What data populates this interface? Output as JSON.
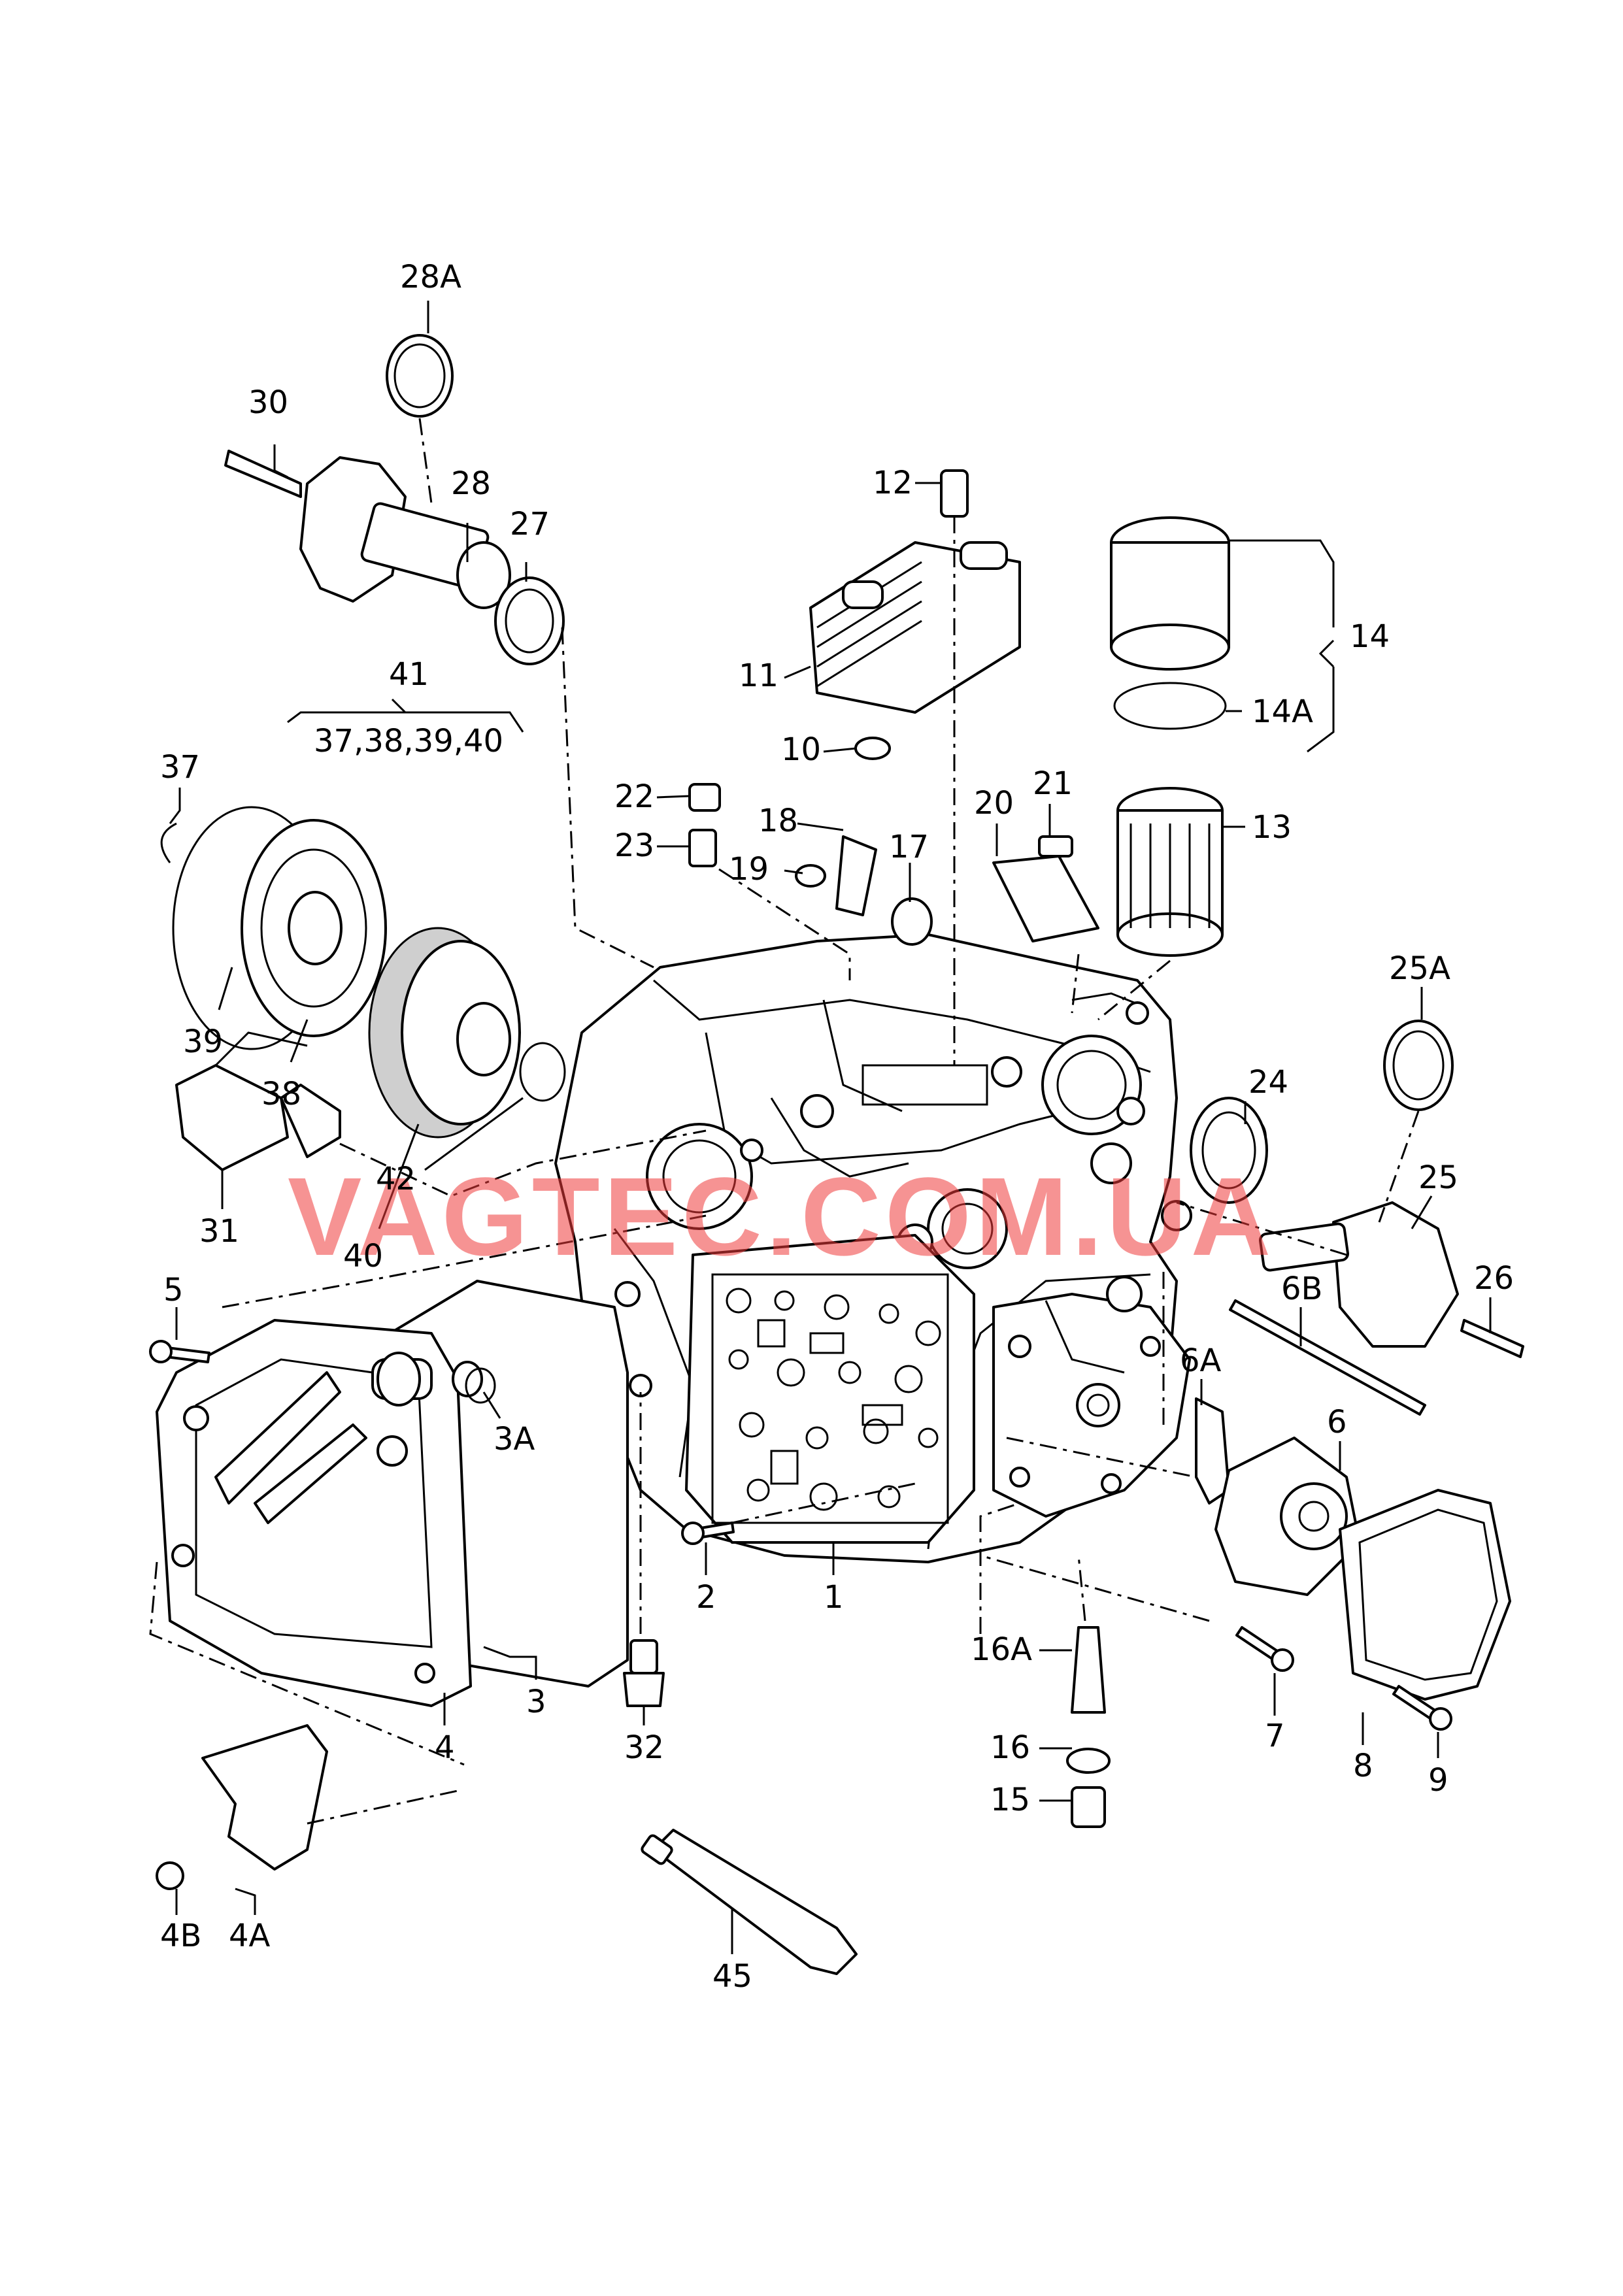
{
  "diagram": {
    "watermark": "VAGTEC.COM.UA",
    "labels": {
      "l28A": "28A",
      "l30": "30",
      "l28": "28",
      "l27": "27",
      "l41": "41",
      "l41sub": "37,38,39,40",
      "l12": "12",
      "l11": "11",
      "l10": "10",
      "l14": "14",
      "l14A": "14A",
      "l13": "13",
      "l37": "37",
      "l39": "39",
      "l38": "38",
      "l40": "40",
      "l42": "42",
      "l31": "31",
      "l22": "22",
      "l23": "23",
      "l18": "18",
      "l19": "19",
      "l17": "17",
      "l20": "20",
      "l21": "21",
      "l25A": "25A",
      "l24": "24",
      "l25": "25",
      "l26": "26",
      "l6B": "6B",
      "l6A": "6A",
      "l6": "6",
      "l5": "5",
      "l3A": "3A",
      "l2": "2",
      "l1": "1",
      "l3": "3",
      "l4": "4",
      "l32": "32",
      "l16A": "16A",
      "l16": "16",
      "l15": "15",
      "l7": "7",
      "l8": "8",
      "l9": "9",
      "l4B": "4B",
      "l4A": "4A",
      "l45": "45"
    }
  }
}
